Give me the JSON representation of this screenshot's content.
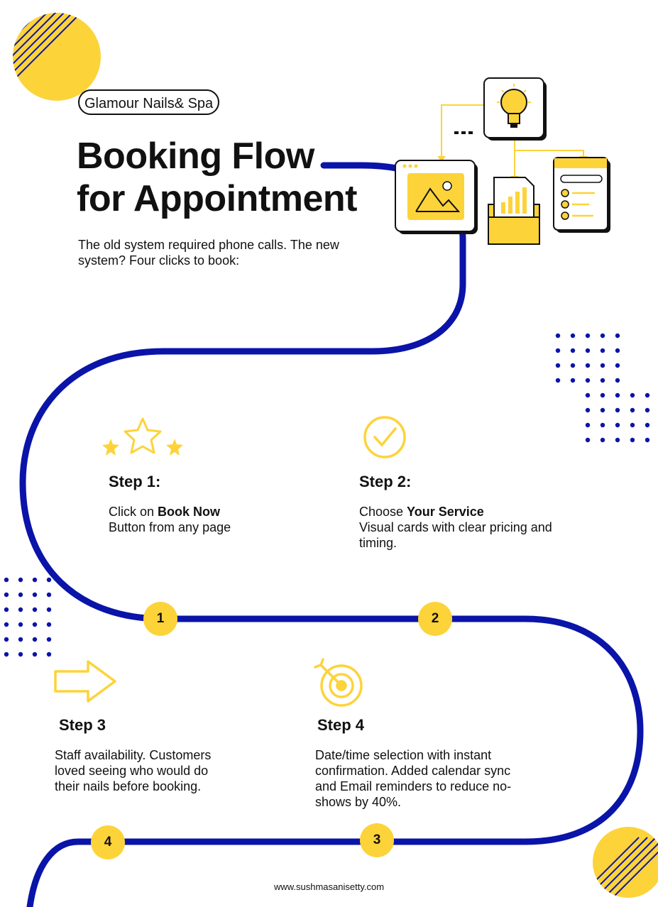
{
  "brand": "Glamour Nails& Spa",
  "title_line1": "Booking Flow",
  "title_line2": "for Appointment",
  "intro": "The old system required phone calls. The new system? Four clicks to book:",
  "steps": [
    {
      "heading": "Step 1:",
      "pre": "Click on ",
      "bold": "Book Now",
      "desc": "Button from any page",
      "badge": "1",
      "icon": "stars-icon"
    },
    {
      "heading": "Step 2:",
      "pre": "Choose ",
      "bold": "Your Service",
      "desc": "Visual cards with clear pricing and timing.",
      "badge": "2",
      "icon": "check-circle-icon"
    },
    {
      "heading": "Step 3",
      "desc": "Staff availability. Customers loved seeing who would do their nails before booking.",
      "badge": "4",
      "icon": "arrow-right-icon"
    },
    {
      "heading": "Step 4",
      "desc": "Date/time selection with instant confirmation. Added calendar sync and Email reminders to reduce no-shows by 40%.",
      "badge": "3",
      "icon": "target-icon"
    }
  ],
  "footer": "www.sushmasanisetty.com",
  "colors": {
    "path": "#0A14A8",
    "accent": "#FDD33A",
    "dots": "#0A14A8",
    "text": "#111111"
  }
}
